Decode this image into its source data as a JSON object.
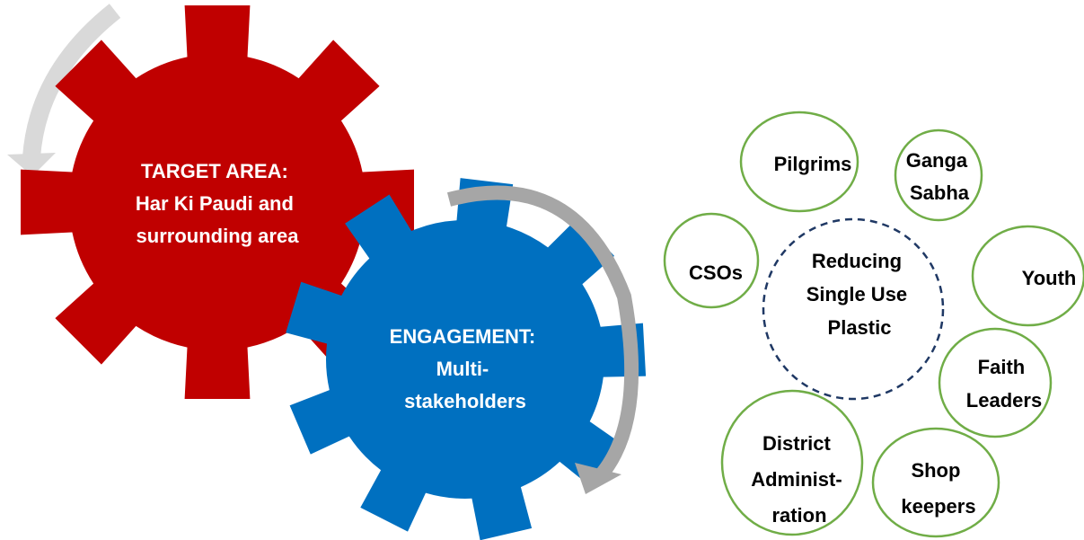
{
  "colors": {
    "red_gear": "#c00000",
    "blue_gear": "#0070c0",
    "circle_outline": "#70ad47",
    "center_outline": "#1f3864",
    "arrow_light": "#d9d9d9",
    "arrow_dark": "#a6a6a6",
    "gear_text": "#ffffff",
    "bubble_text": "#000000"
  },
  "gears": {
    "target": {
      "lines": [
        "TARGET AREA:",
        "Har Ki Paudi and",
        "surrounding area"
      ]
    },
    "engagement": {
      "lines": [
        "ENGAGEMENT:",
        "Multi-",
        "stakeholders"
      ]
    }
  },
  "center": {
    "lines": [
      "Reducing",
      "Single Use",
      "Plastic"
    ]
  },
  "stakeholders": [
    {
      "id": "pilgrims",
      "lines": [
        "Pilgrims"
      ]
    },
    {
      "id": "ganga-sabha",
      "lines": [
        "Ganga",
        "Sabha"
      ]
    },
    {
      "id": "csos",
      "lines": [
        "CSOs"
      ]
    },
    {
      "id": "youth",
      "lines": [
        "Youth"
      ]
    },
    {
      "id": "faith-leaders",
      "lines": [
        "Faith",
        "Leaders"
      ]
    },
    {
      "id": "district-administration",
      "lines": [
        "District",
        "Administ-",
        "ration"
      ]
    },
    {
      "id": "shop-keepers",
      "lines": [
        "Shop",
        "keepers"
      ]
    }
  ]
}
